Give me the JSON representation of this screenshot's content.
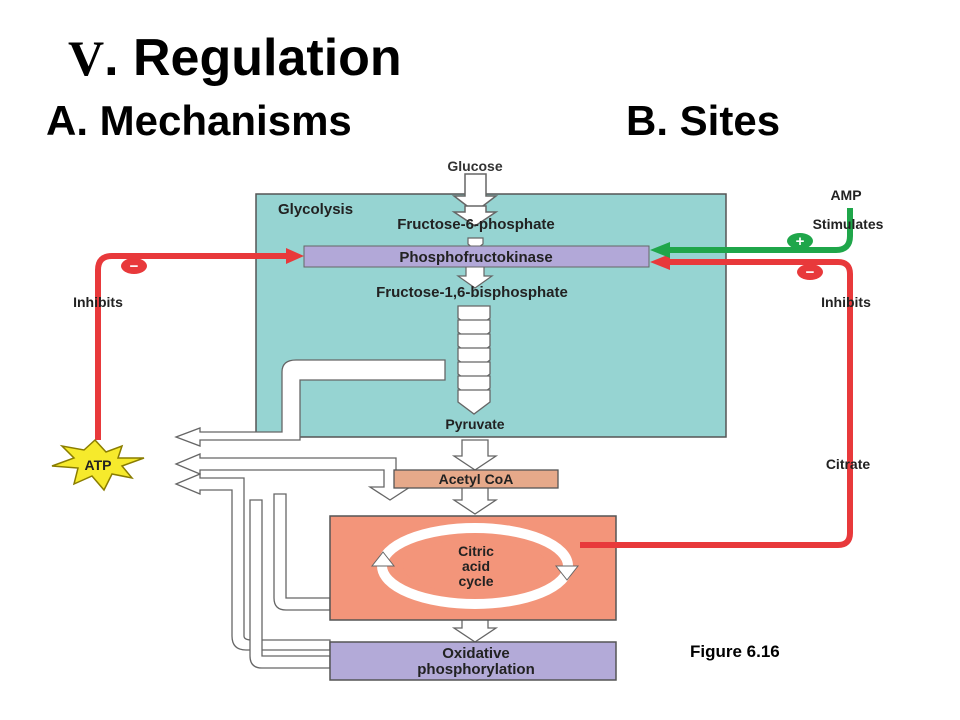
{
  "slide": {
    "title_roman": "V",
    "title_rest": ". Regulation",
    "heading_a": "A. Mechanisms",
    "heading_b": "B. Sites",
    "figure_label": "Figure 6.16"
  },
  "diagram": {
    "glucose": "Glucose",
    "glycolysis": "Glycolysis",
    "fructose6p": "Fructose-6-phosphate",
    "pfk": "Phosphofructokinase",
    "fructose16bp": "Fructose-1,6-bisphosphate",
    "pyruvate": "Pyruvate",
    "acetyl_coa": "Acetyl CoA",
    "citric_line1": "Citric",
    "citric_line2": "acid",
    "citric_line3": "cycle",
    "oxphos_line1": "Oxidative",
    "oxphos_line2": "phosphorylation",
    "amp": "AMP",
    "stimulates": "Stimulates",
    "inhibits_left": "Inhibits",
    "inhibits_right": "Inhibits",
    "atp": "ATP",
    "citrate": "Citrate",
    "plus_sign": "+",
    "minus_sign": "−"
  },
  "colors": {
    "glycolysis_box": "#96d4d2",
    "enzyme_box": "#b2a8d8",
    "acetyl_box": "#e6a98a",
    "citric_box": "#f3957a",
    "oxphos_box": "#b3aad8",
    "inhibit_red": "#e8393b",
    "stimulate_green": "#1fa64a",
    "atp_star": "#f6ea2c"
  }
}
